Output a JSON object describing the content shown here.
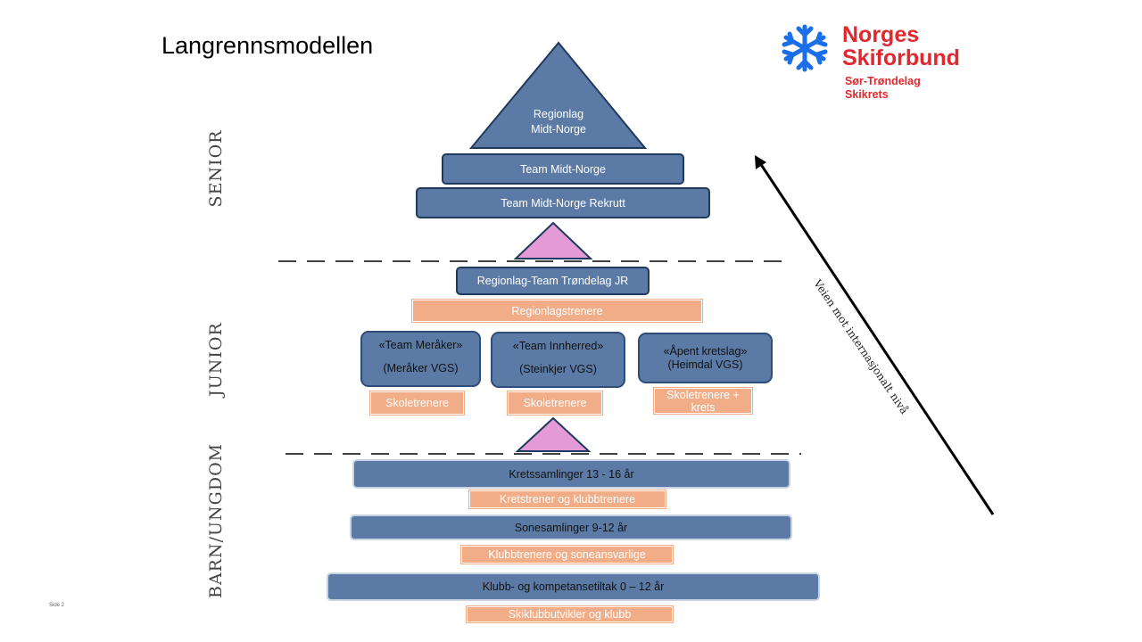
{
  "title": "Langrennsmodellen",
  "logo": {
    "line1": "Norges",
    "line2": "Skiforbund",
    "sub1": "Sør-Trøndelag",
    "sub2": "Skikrets",
    "icon": "snowflake-icon",
    "colors": {
      "snowflake": "#1a6ee8",
      "text": "#e0282e"
    }
  },
  "sections": {
    "senior": "SENIOR",
    "junior": "JUNIOR",
    "barn": "BARN/UNGDOM"
  },
  "senior": {
    "pyramid_line1": "Regionlag",
    "pyramid_line2": "Midt-Norge",
    "team_midt_norge": "Team Midt-Norge",
    "team_rekrutt": "Team Midt-Norge Rekrutt"
  },
  "junior": {
    "regionlag_team": "Regionlag-Team Trøndelag JR",
    "regionlagstrenere": "Regionlagstrenere",
    "teams": [
      {
        "line1": "«Team Meråker»",
        "line2": "(Meråker VGS)",
        "coach": "Skoletrenere"
      },
      {
        "line1": "«Team Innherred»",
        "line2": "(Steinkjer VGS)",
        "coach": "Skoletrenere"
      },
      {
        "line1": "«Åpent kretslag»",
        "line2": "(Heimdal VGS)",
        "coach": "Skoletrenere + krets"
      }
    ]
  },
  "barn": {
    "kretssamlinger": "Kretssamlinger 13 - 16 år",
    "kretstrener": "Kretstrener og klubbtrenere",
    "sonesamlinger": "Sonesamlinger 9-12 år",
    "klubbtrenere": "Klubbtrenere og soneansvarlige",
    "klubbtiltak": "Klubb- og kompetansetiltak 0 – 12 år",
    "skiklubb": "Skiklubbutvikler og klubb"
  },
  "arrow_label": "Veien mot internasjonalt nivå",
  "slide_note": "Side 2",
  "colors": {
    "box_blue": "#5b7ba6",
    "box_border": "#1f3a5c",
    "orange": "#f0ad88",
    "pink_triangle": "#e39ad6"
  }
}
